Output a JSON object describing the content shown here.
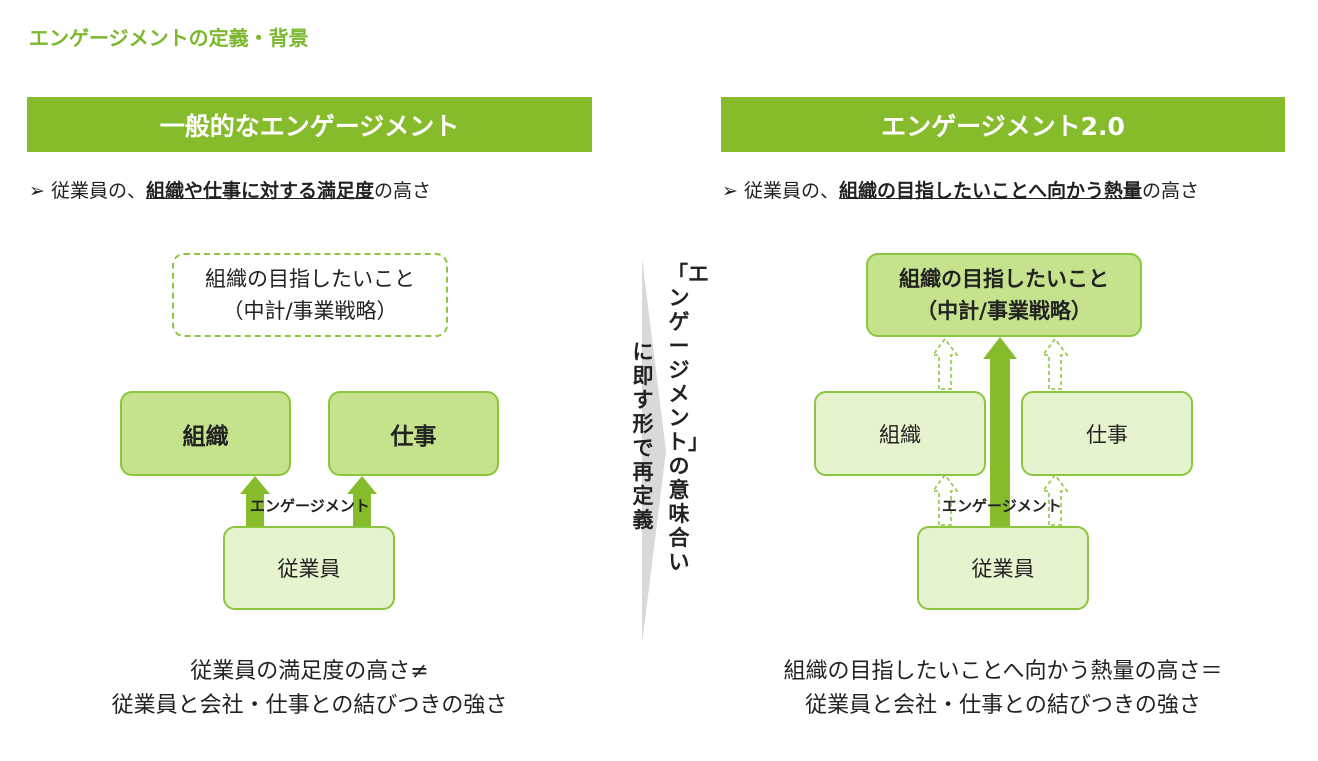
{
  "page_title": "エンゲージメントの定義・背景",
  "left": {
    "header": "一般的なエンゲージメント",
    "desc": {
      "prefix": "➢ 従業員の、",
      "emphasis": "組織や仕事に対する満足度",
      "suffix": "の高さ"
    },
    "goal_line1": "組織の目指したいこと",
    "goal_line2": "（中計/事業戦略）",
    "org": "組織",
    "work": "仕事",
    "engagement_label": "エンゲージメント",
    "employee": "従業員",
    "caption_line1": "従業員の満足度の高さ≠",
    "caption_line2": "従業員と会社・仕事との結びつきの強さ"
  },
  "middle": {
    "col_right": "「エンゲージメント」の意味合い",
    "col_left": "に即す形で再定義"
  },
  "right": {
    "header": "エンゲージメント2.0",
    "desc": {
      "prefix": "➢ 従業員の、",
      "emphasis": "組織の目指したいことへ向かう熱量",
      "suffix": "の高さ"
    },
    "goal_line1": "組織の目指したいこと",
    "goal_line2": "（中計/事業戦略）",
    "org": "組織",
    "work": "仕事",
    "engagement_label": "エンゲージメント",
    "employee": "従業員",
    "caption_line1": "組織の目指したいことへ向かう熱量の高さ＝",
    "caption_line2": "従業員と会社・仕事との結びつきの強さ"
  },
  "colors": {
    "accent": "#86bc2b",
    "title_green": "#7cb82f",
    "box_solid": "#c5e28d",
    "box_light": "#e6f3cf",
    "border": "#8cc63f",
    "chevron": "#d9d9d9"
  }
}
